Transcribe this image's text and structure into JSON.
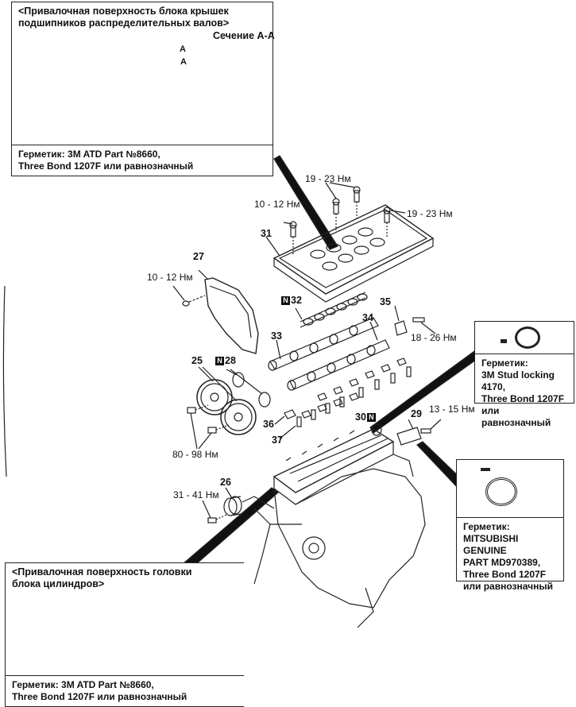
{
  "diagram": {
    "title": "Exploded view: cylinder head, camshafts and valve cover",
    "inset_top_left": {
      "heading": "<Привалочная поверхность блока крышек подшипников распределительных валов>",
      "section_label": "Сечение А-А",
      "section_marks": [
        "A",
        "A"
      ],
      "sealant_line1": "Герметик: 3M ATD Part №8660,",
      "sealant_line2": "Three Bond 1207F или равнозначный"
    },
    "inset_right_upper": {
      "line1": "Герметик:",
      "line2": "3M Stud locking 4170,",
      "line3": "Three Bond 1207F",
      "line4": "или равнозначный"
    },
    "inset_right_lower": {
      "line1": "Герметик:",
      "line2": "MITSUBISHI GENUINE",
      "line3": "PART MD970389,",
      "line4": "Three Bond 1207F",
      "line5": "или равнозначный"
    },
    "inset_bottom_left": {
      "heading": "<Привалочная поверхность головки блока цилиндров>",
      "sealant_line1": "Герметик: 3M ATD Part №8660,",
      "sealant_line2": "Three Bond 1207F или равнозначный"
    },
    "torques": {
      "cover_bolt_a": "19 - 23 Нм",
      "cover_bolt_b": "19 - 23 Нм",
      "cover_bolt_c": "10 - 12 Нм",
      "timing_cover_bolt": "10 - 12 Нм",
      "bracket_bolt": "18 - 26 Нм",
      "sprocket_bolts": "80 - 98 Нм",
      "sensor_bolt": "13 - 15 Нм",
      "tensioner_bolt": "31 - 41 Нм"
    },
    "new_part_badge": "N",
    "parts": {
      "p25": "25",
      "p26": "26",
      "p27": "27",
      "p28": "28",
      "p29": "29",
      "p30": "30",
      "p31": "31",
      "p32": "32",
      "p33": "33",
      "p34": "34",
      "p35": "35",
      "p36": "36",
      "p37": "37"
    }
  }
}
